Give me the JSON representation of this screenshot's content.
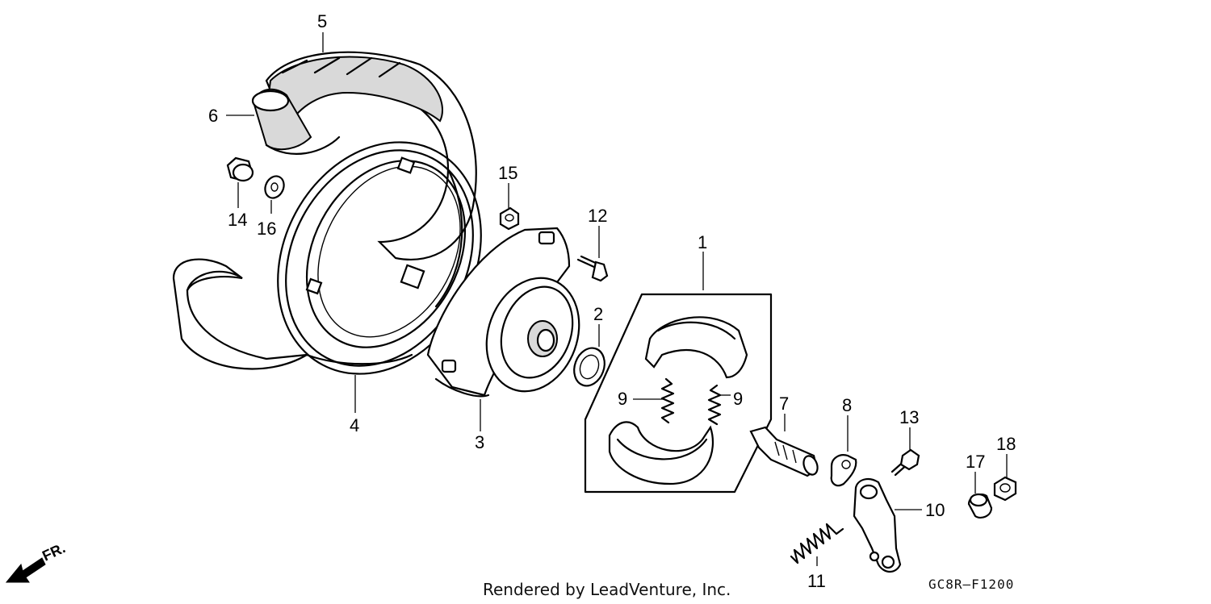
{
  "callouts": {
    "c1": "1",
    "c2": "2",
    "c3": "3",
    "c4": "4",
    "c5": "5",
    "c6": "6",
    "c7": "7",
    "c8": "8",
    "c9a": "9",
    "c9b": "9",
    "c10": "10",
    "c11": "11",
    "c12": "12",
    "c13": "13",
    "c14": "14",
    "c15": "15",
    "c16": "16",
    "c17": "17",
    "c18": "18"
  },
  "direction_label": "FR.",
  "footer": "Rendered by LeadVenture, Inc.",
  "diagram_code": "GC8R–F1200"
}
